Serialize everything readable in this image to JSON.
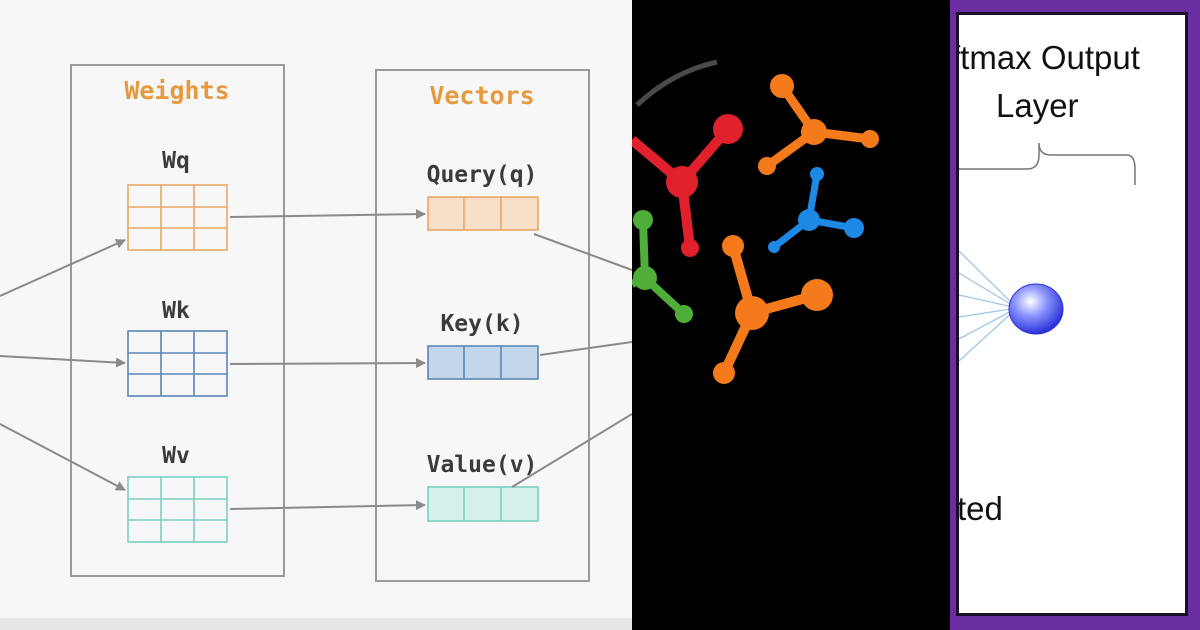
{
  "left_panel": {
    "weights_title": "Weights",
    "vectors_title": "Vectors",
    "weight_labels": [
      "Wq",
      "Wk",
      "Wv"
    ],
    "vector_labels": [
      "Query(q)",
      "Key(k)",
      "Value(v)"
    ],
    "colors": {
      "title": "#e59a3f",
      "q_stroke": "#e8a765",
      "q_fill": "#f8e0c8",
      "k_stroke": "#5d86b8",
      "k_fill": "#c4d6ea",
      "v_stroke": "#7ccfc0",
      "v_fill": "#d3f1ea",
      "frame": "#9a9a9a",
      "arrow": "#8a8a8a"
    }
  },
  "middle_panel": {
    "background": "#000000",
    "molecule_colors": [
      "#e0202a",
      "#f47a1c",
      "#1e88e5",
      "#4fae3a"
    ]
  },
  "right_panel": {
    "title_line1": "ftmax Output",
    "title_line2": "Layer",
    "bottom_text": "ted",
    "border_color": "#6a2ea0",
    "node_color": "#3a46f0"
  }
}
